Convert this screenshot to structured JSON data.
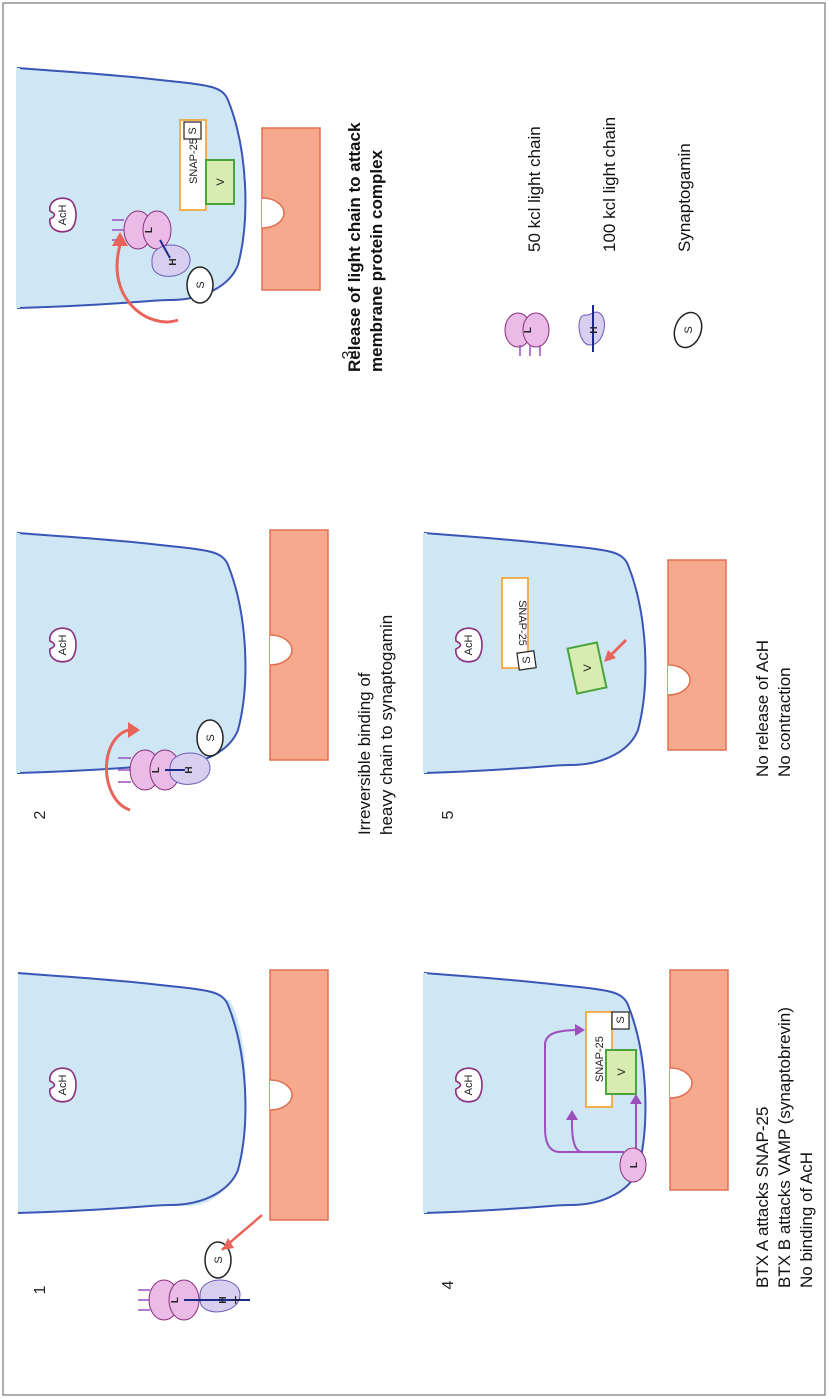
{
  "panels": [
    {
      "number": "1",
      "caption": []
    },
    {
      "number": "2",
      "caption": [
        "Irreversible binding of",
        "heavy chain to synaptogamin"
      ]
    },
    {
      "number": "3",
      "caption": [
        "Release of light chain to attack",
        "membrane protein complex"
      ]
    },
    {
      "number": "4",
      "caption": [
        "BTX A  attacks SNAP-25",
        "BTX B attacks VAMP (synaptobrevin)",
        "No binding of AcH"
      ]
    },
    {
      "number": "5",
      "caption": [
        "No release of AcH",
        "No contraction"
      ]
    }
  ],
  "labels": {
    "ach": "AcH",
    "snap25": "SNAP-25",
    "vamp": "V",
    "syn_box": "S",
    "syn": "S",
    "light": "L",
    "heavy": "H",
    "plus": "+"
  },
  "legend": [
    {
      "icon": "light-chain-icon",
      "label": "50 kcl light chain"
    },
    {
      "icon": "heavy-chain-icon",
      "label": "100 kcl light chain"
    },
    {
      "icon": "synaptogamin-icon",
      "label": "Synaptogamin"
    }
  ],
  "colors": {
    "terminal_fill": "#cfe6f4",
    "terminal_stroke": "#3a55b5",
    "muscle_fill": "#f7a98e",
    "muscle_stroke": "#e07050",
    "light_chain": "#ebbbe8",
    "heavy_chain": "#d8cff0",
    "snap_border": "#f0a940",
    "vamp_fill": "#d8ebb0",
    "vamp_border": "#4aa43c",
    "arrow_red": "#e8645a",
    "arrow_purple": "#9d4fc0"
  }
}
